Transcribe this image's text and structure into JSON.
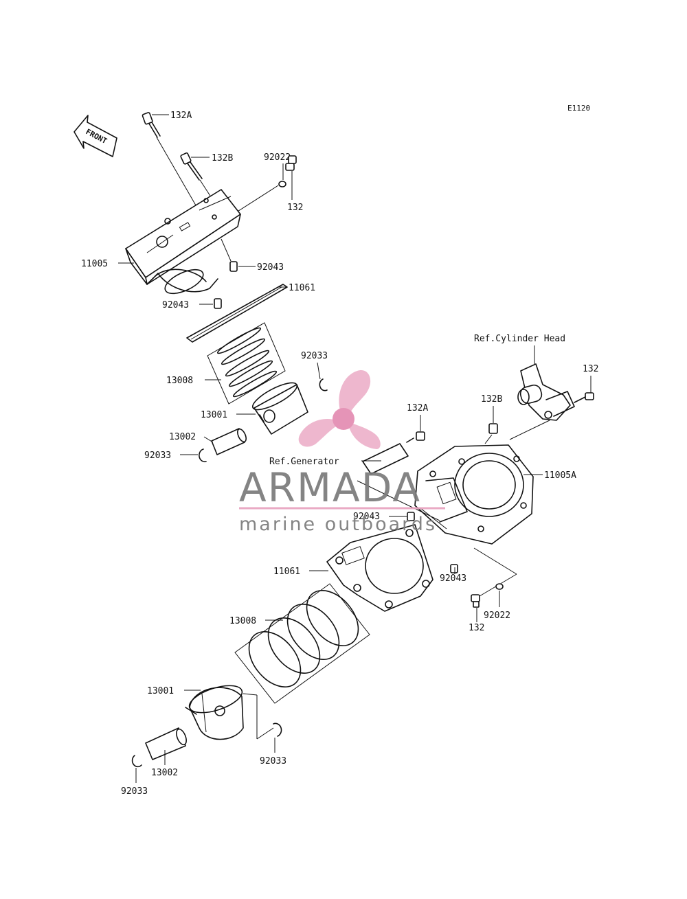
{
  "diagram": {
    "code": "E1120",
    "front_label": "FRONT",
    "callouts": {
      "bolt_132a_top": "132A",
      "bolt_132b_top": "132B",
      "washer_92022_top": "92022",
      "bolt_132_top": "132",
      "cylinder_11005": "11005",
      "dowel_92043_top_right": "92043",
      "gasket_11061_top": "11061",
      "dowel_92043_top_left": "92043",
      "rings_13008_top": "13008",
      "clip_92033_top_right": "92033",
      "piston_13001_top": "13001",
      "pin_13002_top": "13002",
      "clip_92033_top_left": "92033",
      "ref_cylinder_head": "Ref.Cylinder Head",
      "bolt_132_right": "132",
      "bolt_132b_right": "132B",
      "bolt_132a_mid": "132A",
      "ref_generator": "Ref.Generator",
      "cylinder_11005a": "11005A",
      "dowel_92043_mid_left": "92043",
      "gasket_11061_bottom": "11061",
      "dowel_92043_mid_right": "92043",
      "washer_92022_bottom": "92022",
      "bolt_132_bottom": "132",
      "rings_13008_bottom": "13008",
      "piston_13001_bottom": "13001",
      "clip_92033_bottom_right": "92033",
      "pin_13002_bottom": "13002",
      "clip_92033_bottom_left": "92033"
    }
  },
  "watermark": {
    "brand": "ARMADA",
    "tagline": "marine outboards",
    "colors": {
      "brand": "#7a7a7a",
      "accent": "#e9a3c0",
      "accent_dark": "#e38bb1"
    },
    "icon": "propeller-logo-icon"
  }
}
